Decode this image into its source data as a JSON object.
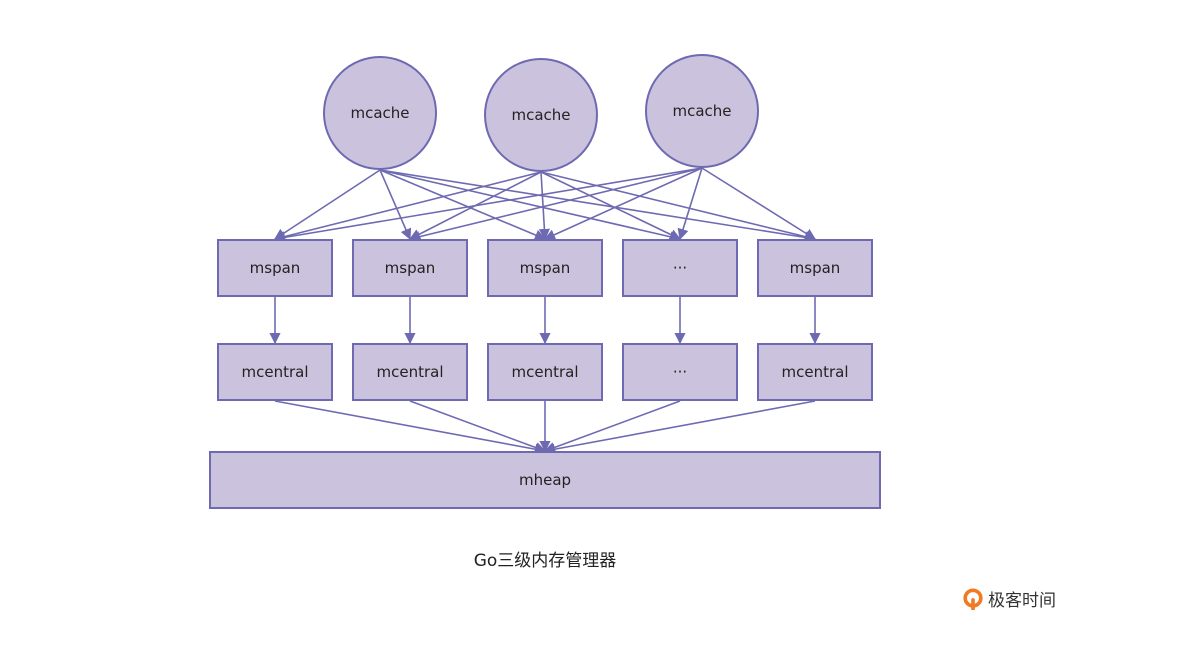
{
  "diagram": {
    "colors": {
      "node_fill": "#cbc3dd",
      "node_border": "#6e6ab2",
      "edge": "#6e6ab2",
      "brand_icon": "#f07b23"
    },
    "mcache": [
      "mcache",
      "mcache",
      "mcache"
    ],
    "mspan": [
      "mspan",
      "mspan",
      "mspan",
      "···",
      "mspan"
    ],
    "mcentral": [
      "mcentral",
      "mcentral",
      "mcentral",
      "···",
      "mcentral"
    ],
    "mheap": "mheap",
    "caption": "Go三级内存管理器"
  },
  "brand": {
    "icon": "geektime-logo-icon",
    "name": "极客时间"
  }
}
